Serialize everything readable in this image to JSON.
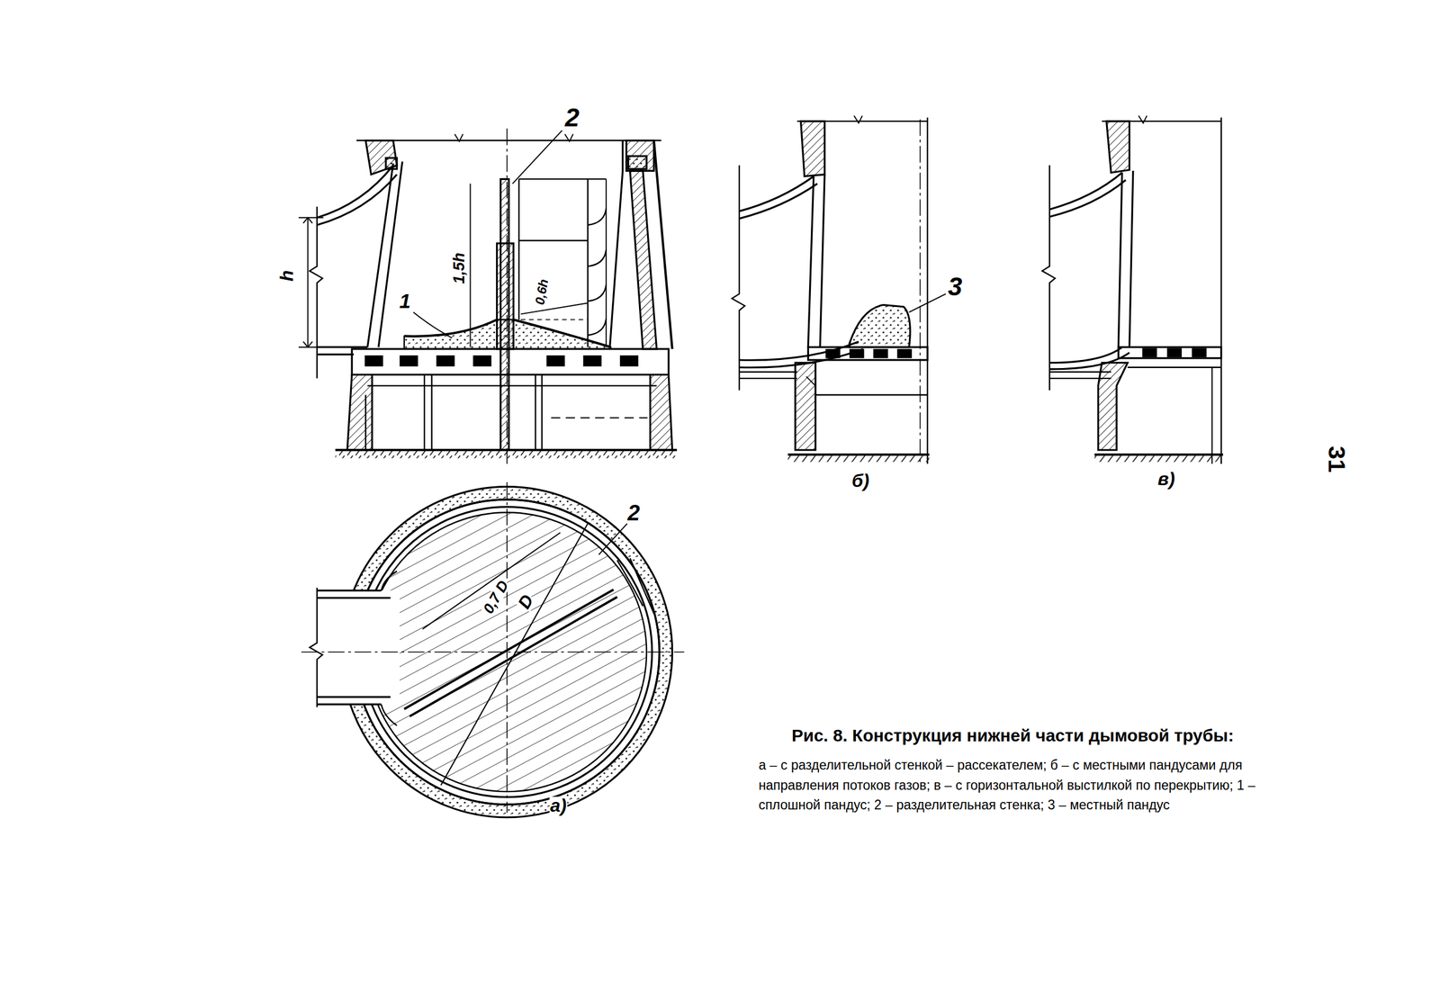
{
  "diagram": {
    "title": "Рис. 8. Конструкция нижней части дымовой трубы:",
    "caption": "а – с разделительной стенкой – рассекателем; б – с местными пандусами для направления потоков газов; в – с горизонтальной выстилкой по перекрытию; 1 – сплошной пандус; 2 – разделительная стенка; 3 – местный пандус",
    "labels": [
      "2",
      "h",
      "1,5h",
      "0,6h",
      "1",
      "3",
      "б)",
      "в)",
      "31",
      "2",
      "0,7 D",
      "D",
      "а)"
    ]
  }
}
